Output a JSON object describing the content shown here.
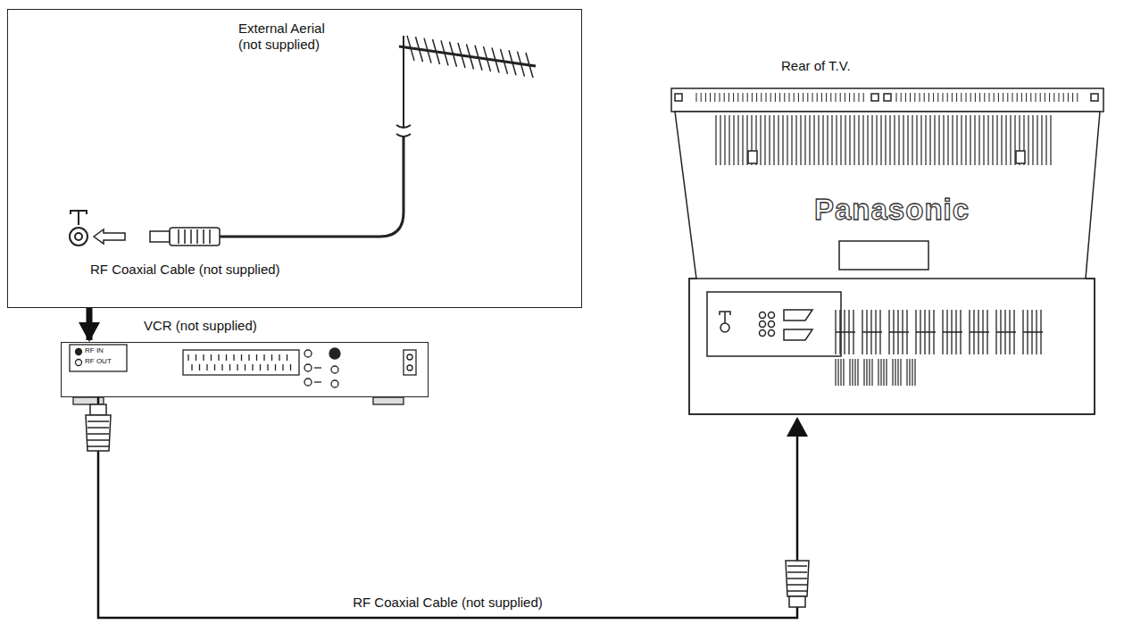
{
  "diagram": {
    "nodes": [
      {
        "text": [
          "External Aerial (not supplied)",
          "RF Coaxial Cable (not supplied)"
        ]
      },
      {
        "text": [
          "VCR (not supplied)",
          "RF IN",
          "RF OUT"
        ]
      },
      {
        "text": [
          "Rear of T.V.",
          "Panasonic"
        ]
      }
    ],
    "edges": [
      {
        "from": 0,
        "to": 1,
        "arrow": "to"
      },
      {
        "from": 1,
        "to": 2,
        "label": "RF Coaxial Cable (not supplied)",
        "arrow": "to"
      }
    ]
  }
}
